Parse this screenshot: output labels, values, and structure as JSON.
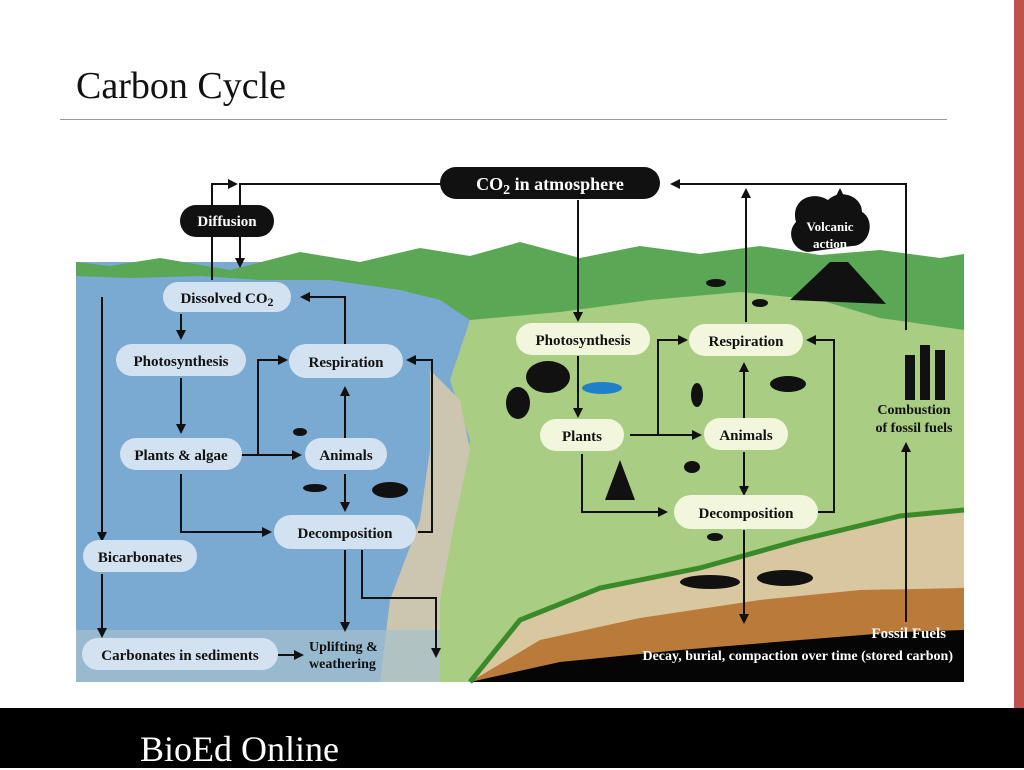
{
  "slide": {
    "title": "Carbon Cycle",
    "footer": "BioEd Online"
  },
  "diagram": {
    "atmosphere_prefix": "CO",
    "atmosphere_sub": "2",
    "atmosphere_suffix": " in atmosphere",
    "diffusion": "Diffusion",
    "volcanic_1": "Volcanic",
    "volcanic_2": "action",
    "ocean": {
      "dissolved_prefix": "Dissolved CO",
      "dissolved_sub": "2",
      "photosynthesis": "Photosynthesis",
      "respiration": "Respiration",
      "plants_algae": "Plants & algae",
      "animals": "Animals",
      "decomposition": "Decomposition",
      "bicarbonates": "Bicarbonates",
      "carbonates": "Carbonates in sediments",
      "uplifting_1": "Uplifting &",
      "uplifting_2": "weathering"
    },
    "land": {
      "photosynthesis": "Photosynthesis",
      "respiration": "Respiration",
      "plants": "Plants",
      "animals": "Animals",
      "decomposition": "Decomposition",
      "combustion_1": "Combustion",
      "combustion_2": "of fossil fuels",
      "fossil_fuels": "Fossil Fuels",
      "decay": "Decay, burial, compaction over time (stored carbon)"
    }
  },
  "colors": {
    "ocean": "#7aa9d2",
    "land": "#a9cd82",
    "hills": "#5aa855",
    "label_bg_ocean": "#d3e2f1",
    "label_bg_land": "#f2f6dc",
    "accent_bar": "#c0504d"
  }
}
